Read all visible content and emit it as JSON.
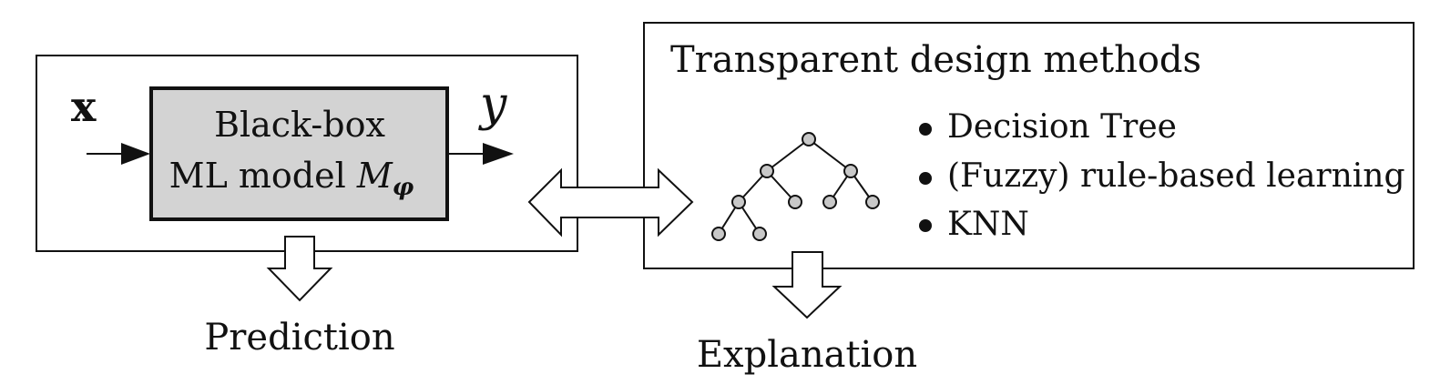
{
  "left_block": {
    "input_symbol": "x",
    "blackbox_line1": "Black-box",
    "blackbox_line2_prefix": "ML model ",
    "blackbox_model_symbol": "M",
    "blackbox_model_subscript": "φ",
    "output_symbol": "y",
    "fill_color": "#d3d3d3"
  },
  "right_block": {
    "title": "Transparent design methods",
    "methods": [
      "Decision Tree",
      "(Fuzzy) rule-based learning",
      "KNN"
    ],
    "tree_icon": "decision-tree-icon",
    "node_color": "#c8c8c8"
  },
  "outputs": {
    "prediction_label": "Prediction",
    "explanation_label": "Explanation"
  },
  "connector": {
    "icon": "double-arrow-icon"
  }
}
